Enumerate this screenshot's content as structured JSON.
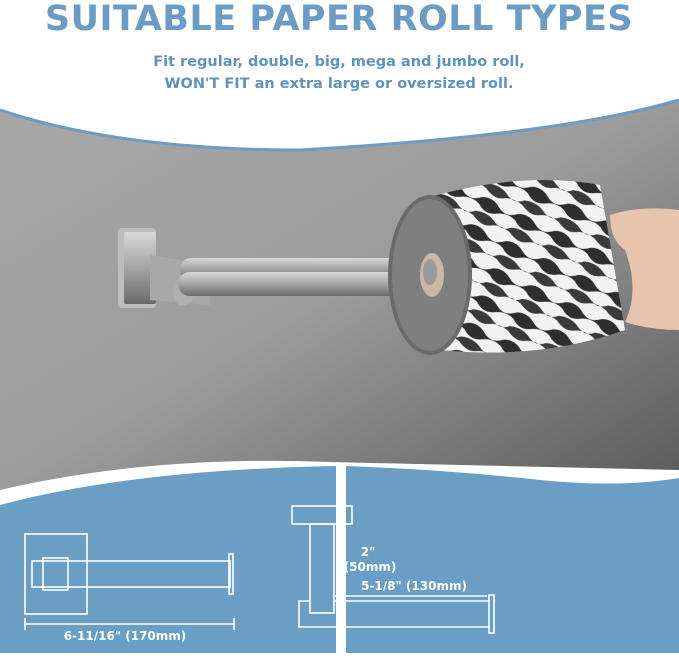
{
  "header": {
    "title": "SUITABLE PAPER ROLL TYPES",
    "subtitle_line1": "Fit regular, double, big, mega and jumbo roll,",
    "subtitle_line2": "WON'T FIT an extra large or oversized roll."
  },
  "diagrams": {
    "front_view": {
      "width_label": "6-11/16\" (170mm)"
    },
    "side_view": {
      "height_label_in": "2\"",
      "height_label_mm": "(50mm)",
      "depth_label": "5-1/8\" (130mm)"
    }
  },
  "colors": {
    "accent": "#6c9cc5",
    "panel": "#6a9ec4",
    "wall": "#9a9a9a"
  }
}
